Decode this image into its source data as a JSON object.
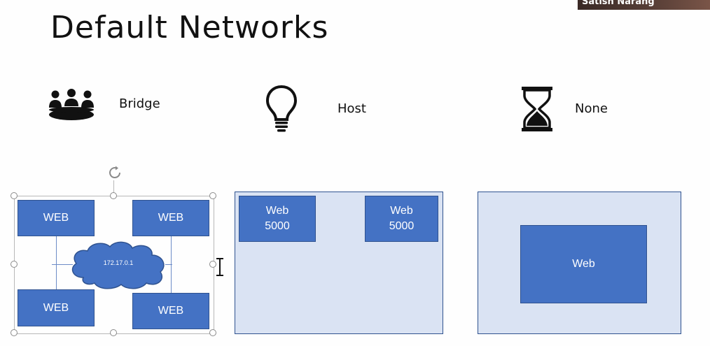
{
  "slide": {
    "title": "Default Networks",
    "presenter_name": "Satish Narang"
  },
  "network_types": [
    {
      "label": "Bridge",
      "icon": "group-people-icon"
    },
    {
      "label": "Host",
      "icon": "lightbulb-icon"
    },
    {
      "label": "None",
      "icon": "hourglass-icon"
    }
  ],
  "bridge_diagram": {
    "containers": [
      "WEB",
      "WEB",
      "WEB",
      "WEB"
    ],
    "network_cloud": "172.17.0.1"
  },
  "host_diagram": {
    "containers": [
      {
        "name": "Web",
        "port": "5000"
      },
      {
        "name": "Web",
        "port": "5000"
      }
    ]
  },
  "none_diagram": {
    "container": "Web"
  },
  "colors": {
    "box_fill": "#4472c4",
    "box_border": "#2f528f",
    "container_fill": "#dae3f3"
  }
}
